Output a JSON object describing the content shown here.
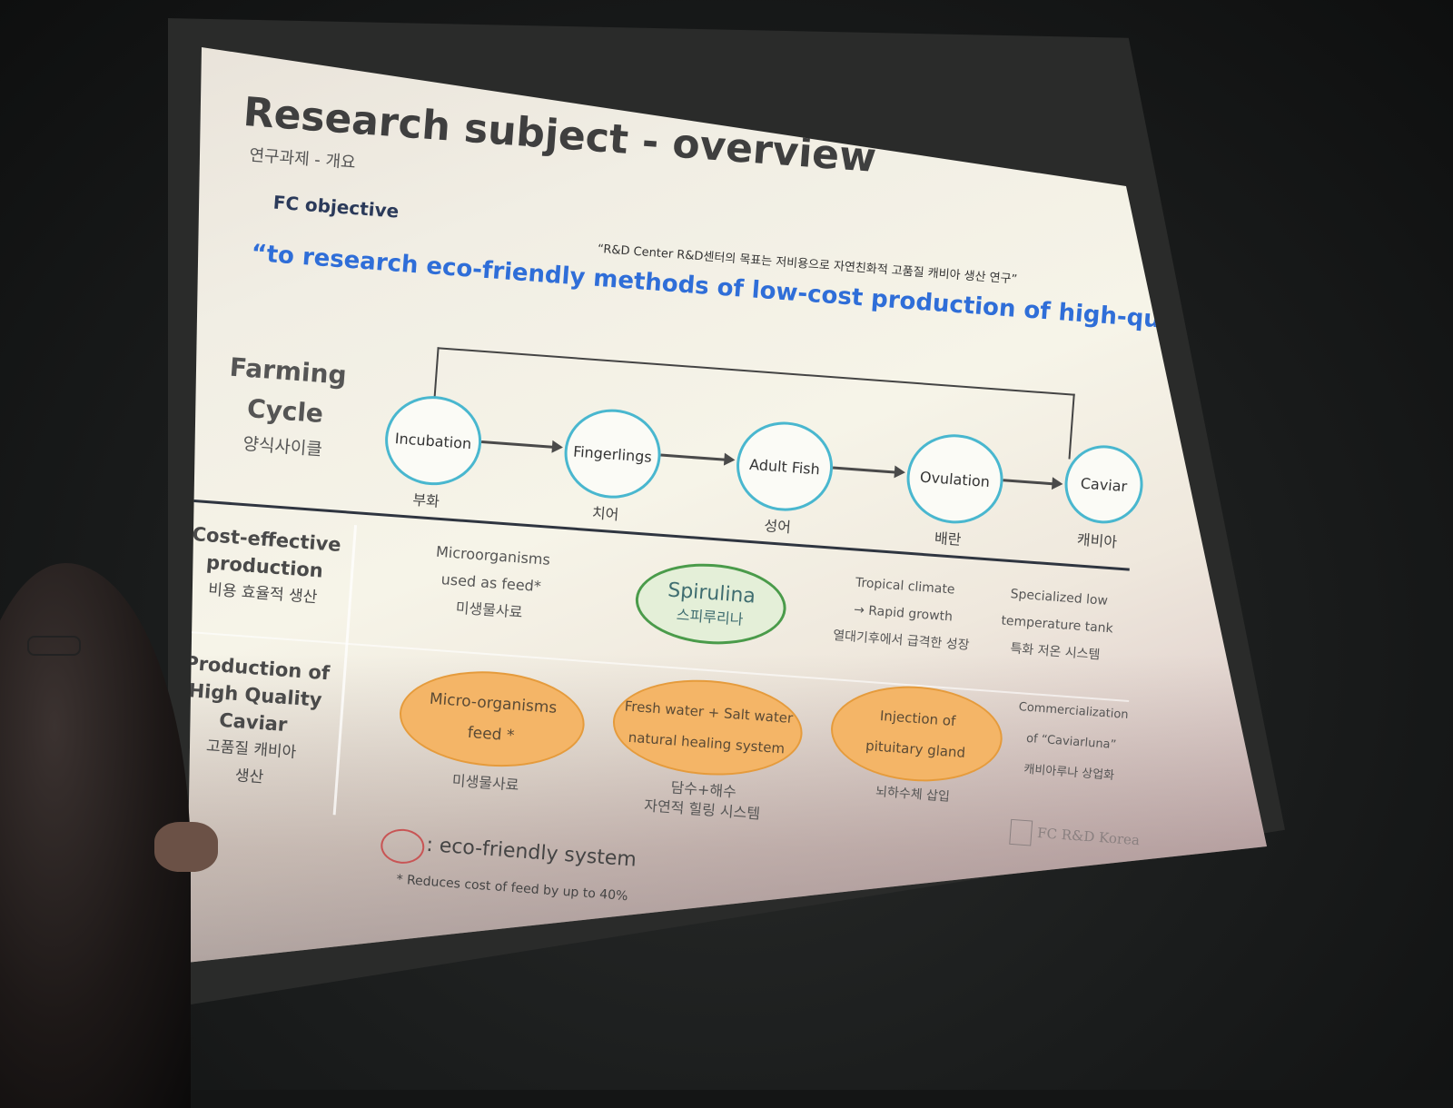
{
  "slide": {
    "title": "Research subject - overview",
    "title_ko": "연구과제 - 개요",
    "fc_objective": "FC objective",
    "quote_ko": "“R&D Center R&D센터의 목표는 저비용으로 자연친화적 고품질 캐비아 생산 연구”",
    "quote_en": "“to research eco-friendly methods of low-cost production of high-quality caviar.”"
  },
  "farming_cycle": {
    "label_line1": "Farming",
    "label_line2": "Cycle",
    "label_ko": "양식사이클",
    "stages": [
      {
        "en": "Incubation",
        "ko": "부화"
      },
      {
        "en": "Fingerlings",
        "ko": "치어"
      },
      {
        "en": "Adult Fish",
        "ko": "성어"
      },
      {
        "en": "Ovulation",
        "ko": "배란"
      },
      {
        "en": "Caviar",
        "ko": "캐비아"
      }
    ]
  },
  "cost_effective": {
    "label_line1": "Cost-effective",
    "label_line2": "production",
    "label_ko": "비용 효율적 생산",
    "microorganisms_line1": "Microorganisms",
    "microorganisms_line2": "used as feed*",
    "microorganisms_ko": "미생물사료",
    "spirulina": "Spirulina",
    "spirulina_ko": "스피루리나",
    "tropical_line1": "Tropical climate",
    "tropical_line2": "→ Rapid growth",
    "tropical_ko": "열대기후에서 급격한 성장",
    "tank_line1": "Specialized low",
    "tank_line2": "temperature tank",
    "tank_ko": "특화 저온 시스템"
  },
  "production_quality": {
    "label_line1": "Production of",
    "label_line2": "High Quality",
    "label_line3": "Caviar",
    "label_ko1": "고품질 캐비아",
    "label_ko2": "생산",
    "feed_line1": "Micro-organisms",
    "feed_line2": "feed *",
    "feed_ko": "미생물사료",
    "water_line1": "Fresh water +  Salt water",
    "water_line2": "natural healing system",
    "water_ko1": "담수+해수",
    "water_ko2": "자연적 힐링 시스템",
    "gland_line1": "Injection of",
    "gland_line2": "pituitary gland",
    "gland_ko": "뇌하수체 삽입",
    "commercial_line1": "Commercialization",
    "commercial_line2": "of “Caviarluna”",
    "commercial_ko": "캐비아루나 상업화"
  },
  "legend": {
    "text": ": eco-friendly system",
    "footnote": "* Reduces  cost of feed by up to 40%",
    "logo": "FC R&D Korea"
  },
  "colors": {
    "node_border": "#49b7cf",
    "quote_blue": "#2f6ed8",
    "oval_orange": "#f4b567",
    "oval_green_border": "#4a9b4a"
  }
}
